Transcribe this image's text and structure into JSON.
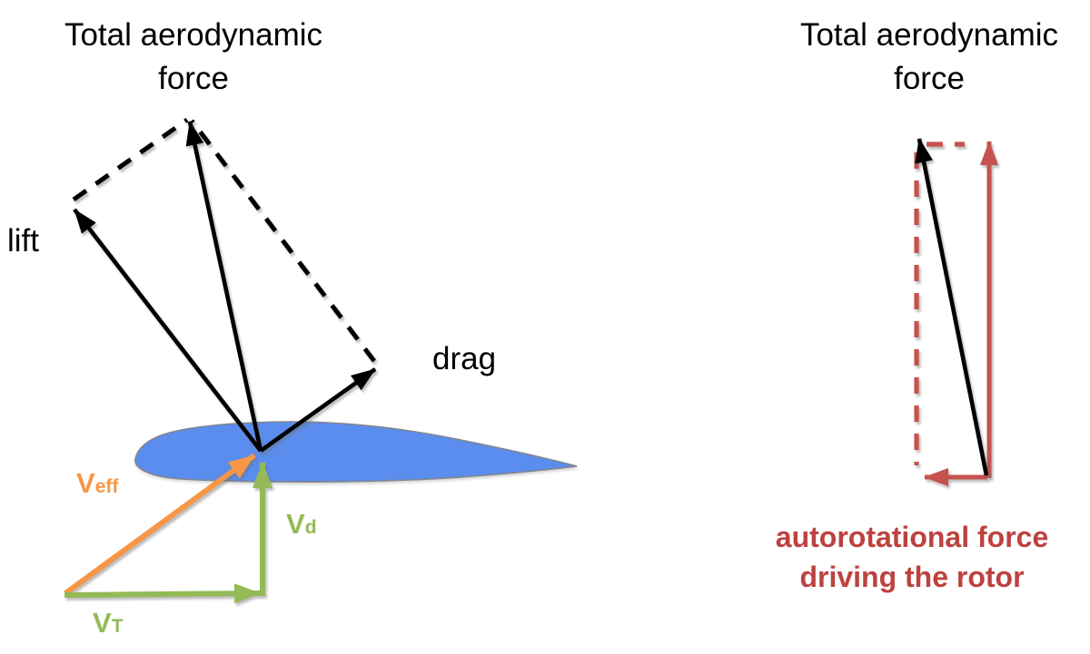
{
  "left_figure": {
    "title": "Total aerodynamic\nforce",
    "lift_label": "lift",
    "drag_label": "drag",
    "veff_label": {
      "base": "V",
      "sub": "eff"
    },
    "vd_label": {
      "base": "V",
      "sub": "d"
    },
    "vt_label": {
      "base": "V",
      "sub": "T"
    }
  },
  "right_figure": {
    "title": "Total aerodynamic\nforce",
    "caption": "autorotational force\ndriving the rotor"
  },
  "colors": {
    "text_black": "#000000",
    "airfoil_fill": "#5b8dee",
    "airfoil_outline": "#7e8591",
    "velocity_orange": "#f79646",
    "velocity_green": "#94ba57",
    "rotor_red": "#c5524f",
    "caption_red": "#bd423f"
  }
}
